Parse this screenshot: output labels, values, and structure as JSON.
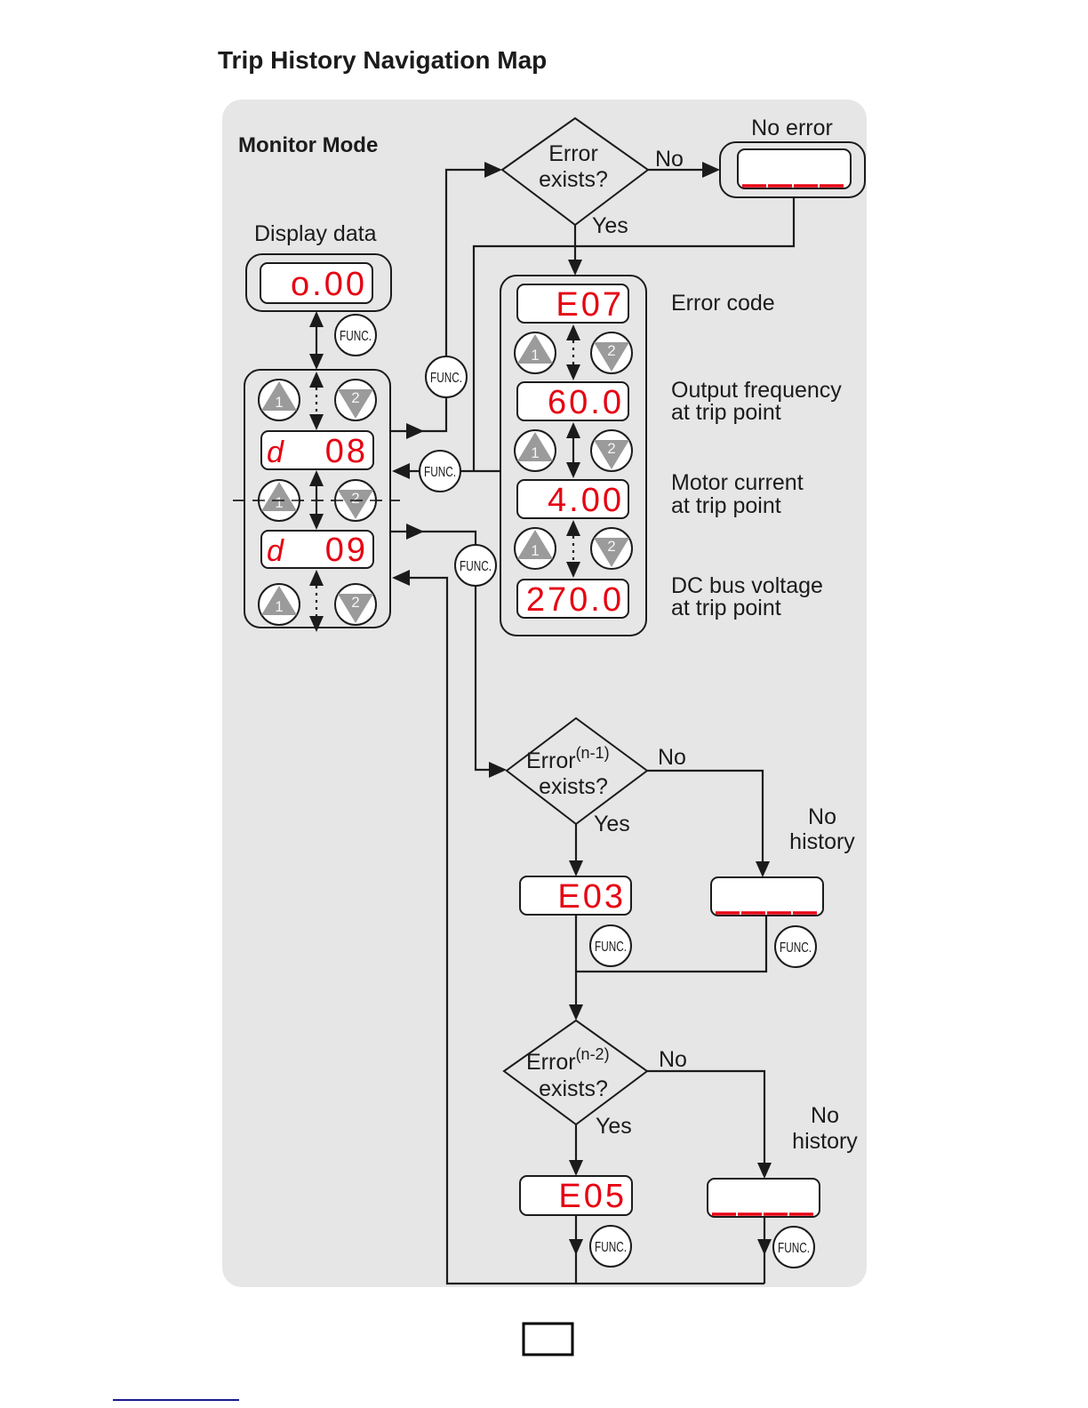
{
  "page": {
    "title": "Trip History Navigation Map"
  },
  "diagram": {
    "mode_title": "Monitor Mode",
    "display_data": {
      "label": "Display data",
      "value": "o.00"
    },
    "monitor_items": [
      {
        "prefix": "d",
        "code": "08"
      },
      {
        "prefix": "d",
        "code": "09"
      }
    ],
    "error_check": {
      "line1": "Error",
      "line2": "exists?",
      "yes": "Yes",
      "no": "No"
    },
    "no_error": {
      "label": "No error"
    },
    "trip_data": [
      {
        "value": "E07",
        "label": [
          "Error code"
        ]
      },
      {
        "value": "60.0",
        "label": [
          "Output frequency",
          "at trip point"
        ]
      },
      {
        "value": "4.00",
        "label": [
          "Motor current",
          "at trip point"
        ]
      },
      {
        "value": "270.0",
        "label": [
          "DC bus voltage",
          "at trip point"
        ]
      }
    ],
    "history": [
      {
        "check": {
          "line1": "Error",
          "sup": "(n-1)",
          "line2": "exists?",
          "yes": "Yes",
          "no": "No"
        },
        "value": "E03",
        "no_history": [
          "No",
          "history"
        ]
      },
      {
        "check": {
          "line1": "Error",
          "sup": "(n-2)",
          "line2": "exists?",
          "yes": "Yes",
          "no": "No"
        },
        "value": "E05",
        "no_history": [
          "No",
          "history"
        ]
      }
    ]
  },
  "keys": {
    "func": "FUNC.",
    "up": "1",
    "down": "2",
    "up_icon": "up-triangle-icon",
    "down_icon": "down-triangle-icon"
  },
  "colors": {
    "panel": "#e6e6e6",
    "segment_red": "#e60012",
    "key_triangle": "#9b9b9b",
    "line": "#1b1b1b",
    "link": "#1a1a8c"
  }
}
